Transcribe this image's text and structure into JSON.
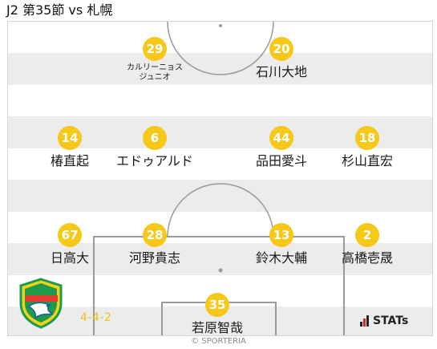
{
  "header": {
    "title": "J2 第35節 vs 札幌"
  },
  "formation": "4-4-2",
  "players": [
    {
      "number": "29",
      "name": "カルリーニョス\nジュニオ",
      "small": true
    },
    {
      "number": "20",
      "name": "石川大地"
    },
    {
      "number": "14",
      "name": "椿直起"
    },
    {
      "number": "6",
      "name": "エドゥアルド"
    },
    {
      "number": "44",
      "name": "品田愛斗"
    },
    {
      "number": "18",
      "name": "杉山直宏"
    },
    {
      "number": "67",
      "name": "日高大"
    },
    {
      "number": "28",
      "name": "河野貴志"
    },
    {
      "number": "13",
      "name": "鈴木大輔"
    },
    {
      "number": "2",
      "name": "高橋壱晟"
    },
    {
      "number": "35",
      "name": "若原智哉"
    }
  ],
  "branding": {
    "stats_logo": "STATs",
    "copyright": "© SPORTERIA"
  },
  "colors": {
    "badge": "#f6c81a",
    "stripe": "#ececec",
    "line": "#9a9a9a",
    "formation_text": "#f0c21a"
  },
  "icons": {
    "team_crest": "jef-united-crest-icon",
    "stats": "stats-bars-icon"
  }
}
